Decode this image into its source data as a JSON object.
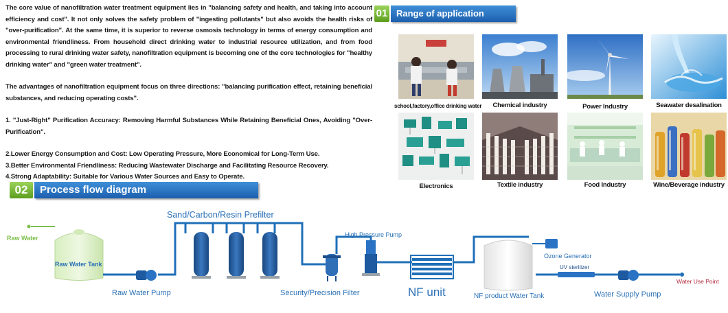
{
  "intro": {
    "p1": "The core value of nanofiltration water treatment equipment lies in \"balancing safety and health, and taking into account efficiency and cost\". It not only solves the safety problem of \"ingesting pollutants\" but also avoids the health risks of \"over-purification\". At the same time, it is superior to reverse osmosis technology in terms of energy consumption and environmental friendliness. From household direct drinking water to industrial resource utilization, and from food processing to rural drinking water safety, nanofiltration equipment is becoming one of the core technologies for \"healthy drinking water\" and \"green water treatment\".",
    "p2": "The advantages of nanofiltration equipment focus on three directions: \"balancing purification effect, retaining beneficial substances, and reducing operating costs\".",
    "p3": "1. \"Just-Right\" Purification Accuracy: Removing Harmful Substances While Retaining Beneficial Ones, Avoiding \"Over-Purification\".",
    "p4": "2.Lower Energy Consumption and Cost: Low Operating Pressure, More Economical for Long-Term Use.",
    "p5": "3.Better Environmental Friendliness: Reducing Wastewater Discharge and Facilitating Resource Recovery.",
    "p6": "4.Strong Adaptability: Suitable for Various Water Sources and Easy to Operate."
  },
  "section1": {
    "num": "01",
    "title": "Range of application"
  },
  "section2": {
    "num": "02",
    "title": "Process flow diagram"
  },
  "applications": [
    {
      "label": "school,factory,office drinking water",
      "icon": "drinking-water-photo"
    },
    {
      "label": "Chemical industry",
      "icon": "chemical-plant-photo"
    },
    {
      "label": "Power Industry",
      "icon": "wind-turbine-photo"
    },
    {
      "label": "Seawater desalination",
      "icon": "water-splash-photo"
    },
    {
      "label": "Electronics",
      "icon": "electronic-components-photo"
    },
    {
      "label": "Textile industry",
      "icon": "textile-spools-photo"
    },
    {
      "label": "Food Industry",
      "icon": "food-factory-photo"
    },
    {
      "label": "Wine/Beverage industry",
      "icon": "beverage-bottles-photo"
    }
  ],
  "flow": {
    "raw_water": "Raw Water",
    "raw_water_tank": "Raw Water Tank",
    "prefilter": "Sand/Carbon/Resin Prefilter",
    "raw_water_pump": "Raw Water Pump",
    "high_pressure_pump": "High Pressure Pump",
    "security_filter": "Security/Precision Filter",
    "nf_unit": "NF unit",
    "ozone_generator": "Ozone Generator",
    "uv_sterilizer": "UV sterilizer",
    "nf_product_tank": "NF product Water Tank",
    "water_supply_pump": "Water Supply Pump",
    "water_use_point": "Water Use Point"
  },
  "colors": {
    "green_accent": "#6bb42d",
    "blue_bar": "#2a73c4",
    "flow_blue": "#2a70b6",
    "pipe_blue": "#1f6fb8",
    "red_label": "#b0283a"
  }
}
